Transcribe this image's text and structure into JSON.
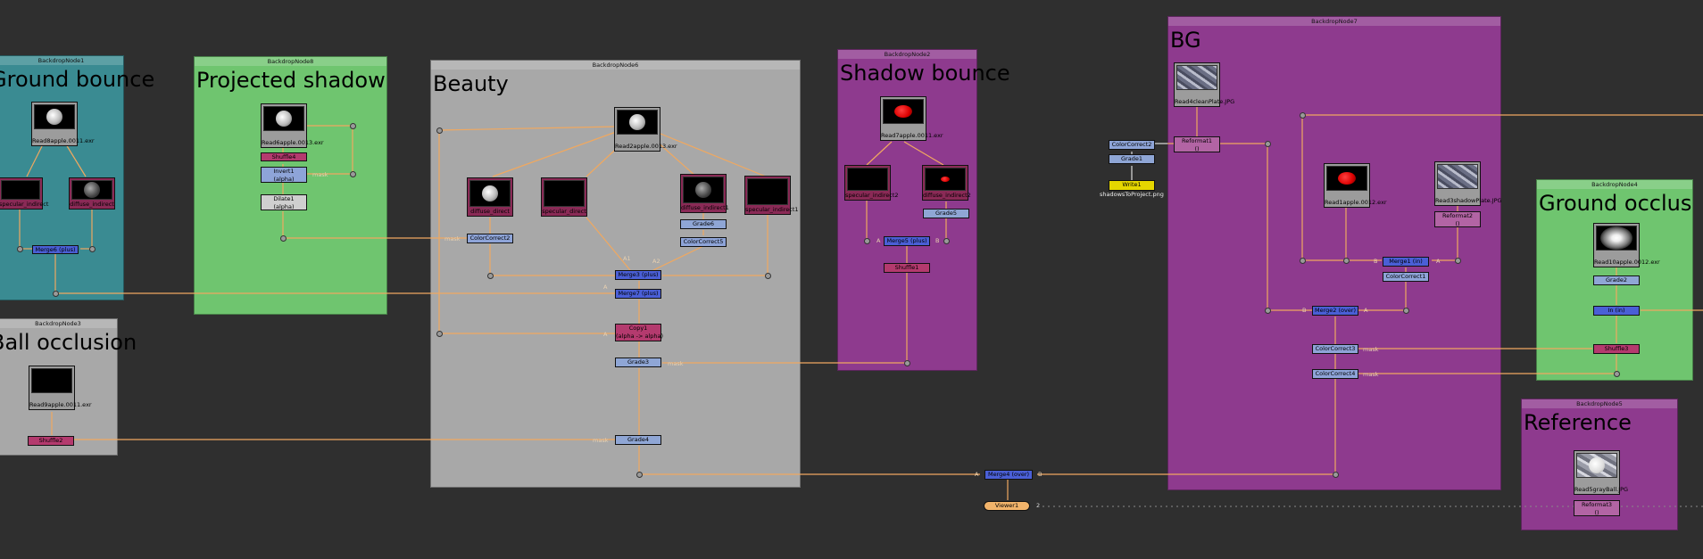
{
  "backdrops": {
    "n1": {
      "title": "BackdropNode1",
      "label": "Ground bounce",
      "color": "#3a8b92"
    },
    "n8": {
      "title": "BackdropNode8",
      "label": "Projected shadow",
      "color": "#6fc56f"
    },
    "n6": {
      "title": "BackdropNode6",
      "label": "Beauty",
      "color": "#a8a8a8"
    },
    "n2": {
      "title": "BackdropNode2",
      "label": "Shadow bounce",
      "color": "#8e3a8e"
    },
    "n7": {
      "title": "BackdropNode7",
      "label": "BG",
      "color": "#8e3a8e"
    },
    "n4": {
      "title": "BackdropNode4",
      "label": "Ground occlus",
      "color": "#6fc56f"
    },
    "n3": {
      "title": "BackdropNode3",
      "label": "Ball occlusion",
      "color": "#a8a8a8"
    },
    "n5": {
      "title": "BackdropNode5",
      "label": "Reference",
      "color": "#8e3a8e"
    }
  },
  "reads": {
    "read8": {
      "name": "Read8",
      "file": "apple.0011.exr"
    },
    "read6": {
      "name": "Read6",
      "file": "apple.0013.exr"
    },
    "read2": {
      "name": "Read2",
      "file": "apple.0013.exr"
    },
    "read7": {
      "name": "Read7",
      "file": "apple.0011.exr"
    },
    "read4": {
      "name": "Read4",
      "file": "cleanPlate.JPG"
    },
    "read1": {
      "name": "Read1",
      "file": "apple.0012.exr"
    },
    "read3": {
      "name": "Read3",
      "file": "shadowPlate.JPG"
    },
    "read10": {
      "name": "Read10",
      "file": "apple.0012.exr"
    },
    "read9": {
      "name": "Read9",
      "file": "apple.0011.exr"
    },
    "read5": {
      "name": "Read5",
      "file": "grayBall.JPG"
    }
  },
  "passes": {
    "specular_indirect": "specular_indirect",
    "diffuse_indirect": "diffuse_indirect",
    "diffuse_direct": "diffuse_direct",
    "specular_direct": "specular_direct",
    "diffuse_indirect1": "diffuse_indirect1",
    "specular_indirect1": "specular_indirect1",
    "specular_indirect2": "specular_indirect2",
    "diffuse_indirect2": "diffuse_indirect2"
  },
  "nodes": {
    "merge6": "Merge6 (plus)",
    "shuffle4": "Shuffle4",
    "invert1": "Invert1",
    "invert1_sub": "(alpha)",
    "dilate1": "Dilate1",
    "dilate1_sub": "(alpha)",
    "colorcorrect2": "ColorCorrect2",
    "grade6": "Grade6",
    "colorcorrect5": "ColorCorrect5",
    "merge3": "Merge3 (plus)",
    "merge7": "Merge7 (plus)",
    "copy1": "Copy1",
    "copy1_sub": "(alpha -> alpha)",
    "grade3": "Grade3",
    "grade4": "Grade4",
    "grade5": "Grade5",
    "merge5": "Merge5 (plus)",
    "shuffle1": "Shuffle1",
    "cc_top": "ColorCorrect2",
    "grade1": "Grade1",
    "write1": "Write1",
    "write1_file": "shadowsToProject.png",
    "reformat1": "Reformat1",
    "reformat1_sub": "()",
    "merge1": "Merge1 (in)",
    "colorcorrect1": "ColorCorrect1",
    "reformat2": "Reformat2",
    "reformat2_sub": "()",
    "merge2": "Merge2 (over)",
    "colorcorrect3": "ColorCorrect3",
    "colorcorrect4": "ColorCorrect4",
    "grade2": "Grade2",
    "in1": "In (in)",
    "shuffle3": "Shuffle3",
    "shuffle2": "Shuffle2",
    "merge4": "Merge4 (over)",
    "viewer1": "Viewer1",
    "reformat3": "Reformat3",
    "reformat3_sub": "()"
  },
  "labels": {
    "mask": "mask",
    "a": "A",
    "b": "B",
    "a1": "A1",
    "a2": "A2",
    "viewer_input": "2"
  },
  "colors": {
    "canvas": "#2f2f2f",
    "wire": "#f0a860",
    "merge": "#4a5fd6",
    "colorcorrect": "#8ea4d8",
    "shuffle": "#b43a6e",
    "write": "#e5d600",
    "viewer": "#f1b36a"
  }
}
